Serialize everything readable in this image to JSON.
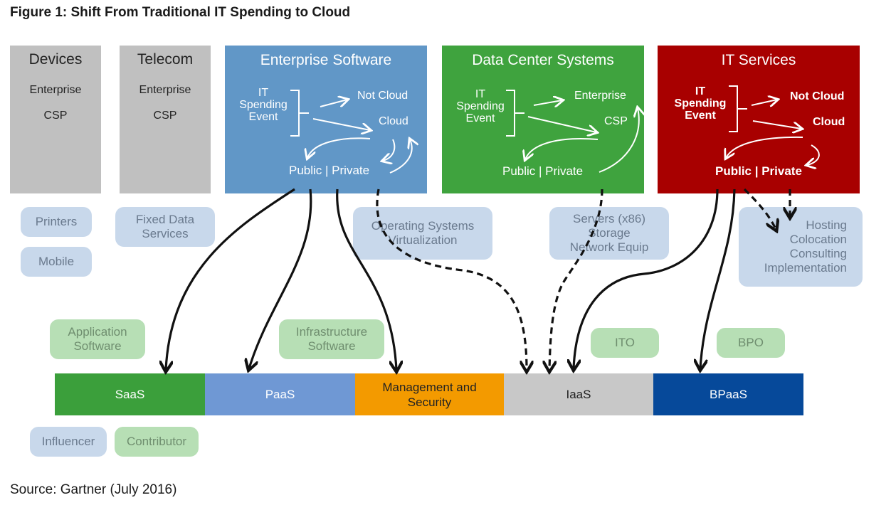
{
  "title": "Figure 1: Shift From Traditional IT Spending to Cloud",
  "source": "Source: Gartner (July 2016)",
  "devices": {
    "title": "Devices",
    "line1": "Enterprise",
    "line2": "CSP"
  },
  "telecom": {
    "title": "Telecom",
    "line1": "Enterprise",
    "line2": "CSP"
  },
  "enterprise_software": {
    "title": "Enterprise Software",
    "it_event": [
      "IT",
      "Spending",
      "Event"
    ],
    "top_target": "Not Cloud",
    "bottom_target": "Cloud",
    "public_private": "Public | Private"
  },
  "data_center": {
    "title": "Data Center Systems",
    "it_event": [
      "IT",
      "Spending",
      "Event"
    ],
    "top_target": "Enterprise",
    "bottom_target": "CSP",
    "public_private": "Public | Private"
  },
  "it_services": {
    "title": "IT Services",
    "it_event": [
      "IT",
      "Spending",
      "Event"
    ],
    "top_target": "Not Cloud",
    "bottom_target": "Cloud",
    "public_private": "Public | Private"
  },
  "sub_boxes": {
    "printers": "Printers",
    "mobile": "Mobile",
    "fixed_data": [
      "Fixed Data",
      "Services"
    ],
    "os_virt": [
      "Operating Systems",
      "Virtualization"
    ],
    "servers": [
      "Servers (x86)",
      "Storage",
      "Network Equip"
    ],
    "hosting": [
      "Hosting",
      "Colocation",
      "Consulting",
      "Implementation"
    ]
  },
  "mid_boxes": {
    "app_software": [
      "Application",
      "Software"
    ],
    "infra_software": [
      "Infrastructure",
      "Software"
    ],
    "ito": "ITO",
    "bpo": "BPO"
  },
  "bar_segments": {
    "saas": "SaaS",
    "paas": "PaaS",
    "mgmt": [
      "Management and",
      "Security"
    ],
    "iaas": "IaaS",
    "bpaas": "BPaaS"
  },
  "legend": {
    "influencer": "Influencer",
    "contributor": "Contributor"
  },
  "colors": {
    "enterprise_software": "#6197c7",
    "data_center": "#3fa33e",
    "it_services": "#a80000",
    "saas": "#3b9f3b",
    "paas": "#6f98d4",
    "mgmt": "#f39a00",
    "iaas": "#c8c8c8",
    "bpaas": "#06499a"
  }
}
